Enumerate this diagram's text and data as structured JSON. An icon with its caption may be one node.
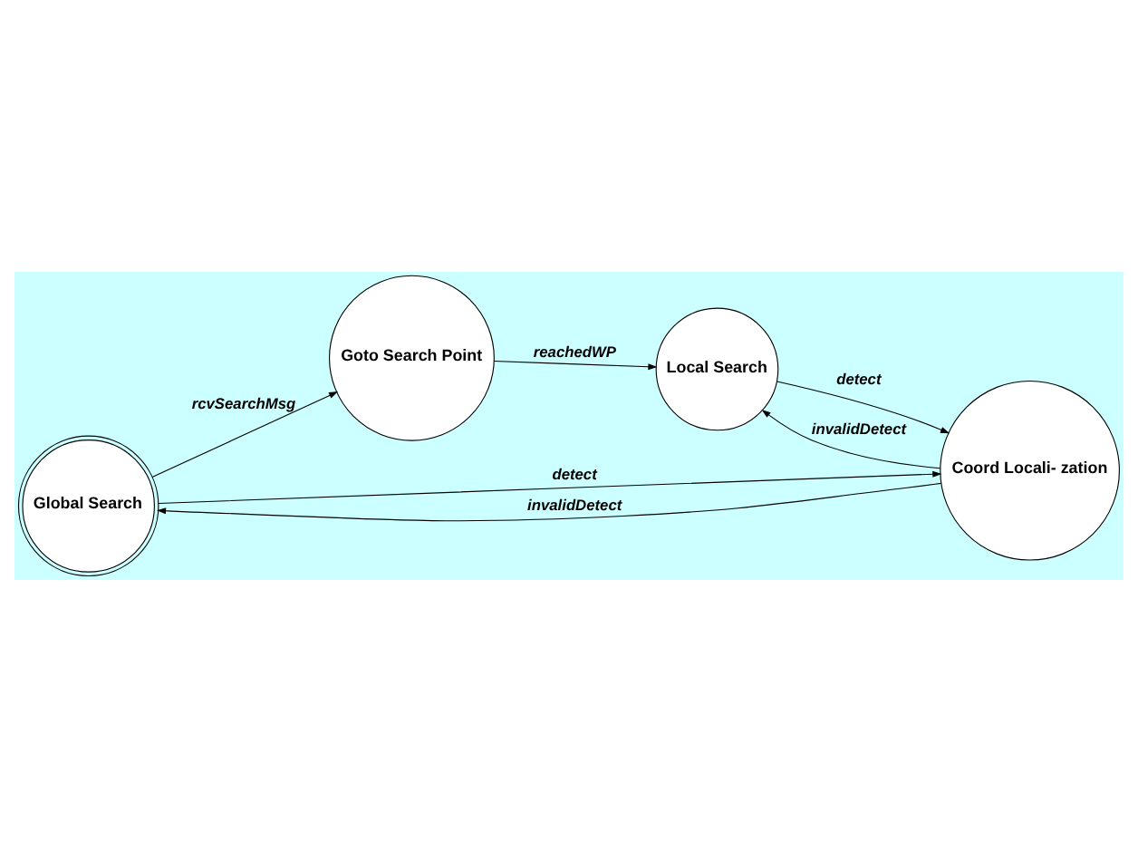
{
  "diagram": {
    "nodes": [
      {
        "text": [
          "Global Search"
        ]
      },
      {
        "text": [
          "Goto Search Point"
        ]
      },
      {
        "text": [
          "Local Search"
        ]
      },
      {
        "text": [
          "Coord Locali- zation"
        ]
      }
    ],
    "edges": [
      {
        "from": 0,
        "to": 1,
        "arrow": "to",
        "label": "rcvSearchMsg"
      },
      {
        "from": 1,
        "to": 2,
        "arrow": "to",
        "label": "reachedWP"
      },
      {
        "from": 0,
        "to": 3,
        "arrow": "to",
        "label": "detect"
      },
      {
        "from": 3,
        "to": 2,
        "arrow": "to",
        "label": "invalidDetect"
      },
      {
        "from": 2,
        "to": 3,
        "arrow": "to",
        "label": "detect"
      },
      {
        "from": 3,
        "to": 0,
        "arrow": "to",
        "label": "invalidDetect"
      }
    ]
  }
}
